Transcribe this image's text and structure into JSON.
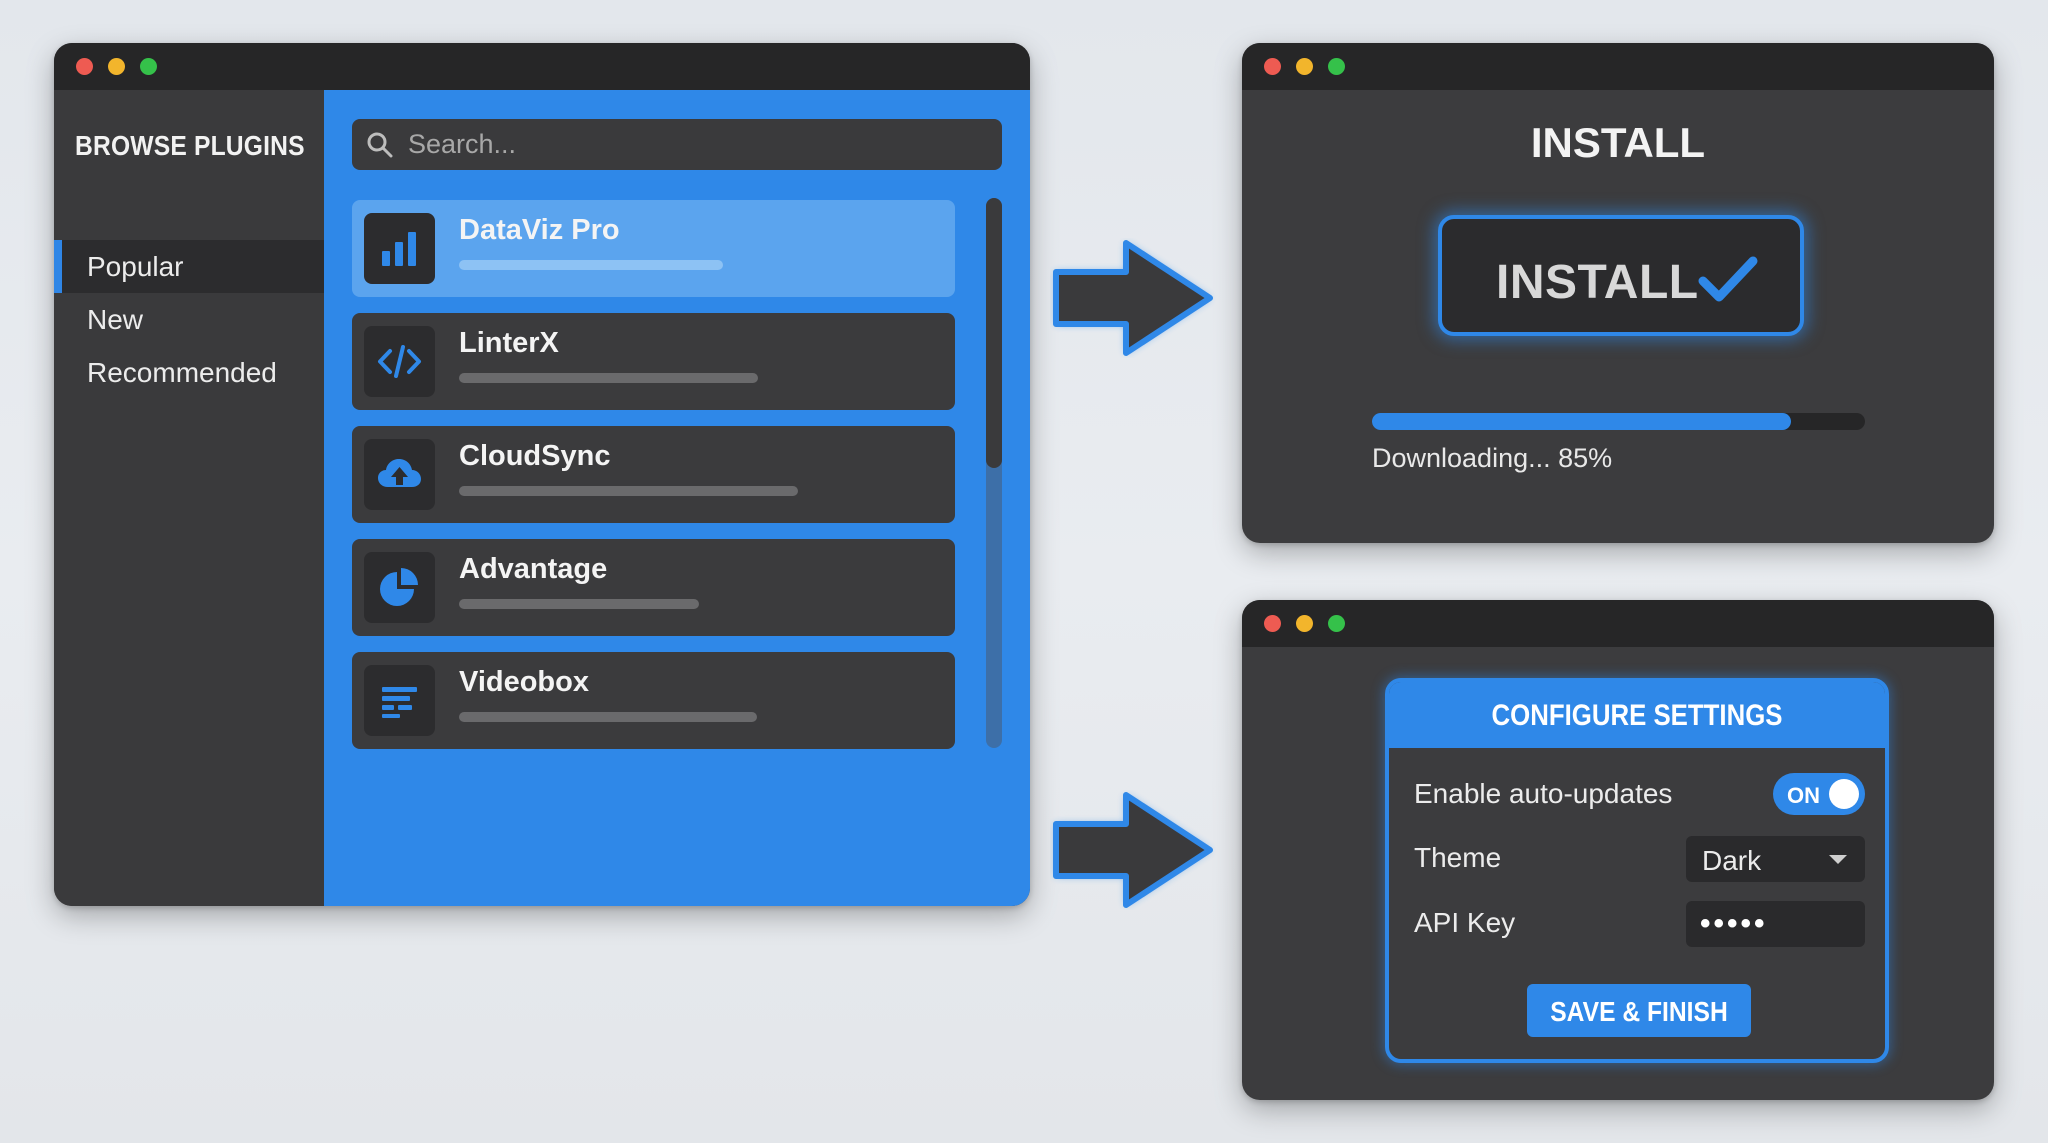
{
  "colors": {
    "accent": "#2f88e8",
    "window_bg": "#3c3c3e",
    "titlebar_bg": "#262627",
    "traffic_red": "#ee5b52",
    "traffic_yellow": "#f2b52c",
    "traffic_green": "#35c14a"
  },
  "browse": {
    "sidebar_title": "BROWSE PLUGINS",
    "sidebar_items": [
      {
        "label": "Popular",
        "active": true
      },
      {
        "label": "New",
        "active": false
      },
      {
        "label": "Recommended",
        "active": false
      }
    ],
    "search": {
      "placeholder": "Search...",
      "value": "",
      "icon": "search-icon"
    },
    "plugins": [
      {
        "name": "DataViz Pro",
        "icon": "bar-chart-icon",
        "selected": true
      },
      {
        "name": "LinterX",
        "icon": "code-icon",
        "selected": false
      },
      {
        "name": "CloudSync",
        "icon": "cloud-upload-icon",
        "selected": false
      },
      {
        "name": "Advantage",
        "icon": "pie-chart-icon",
        "selected": false
      },
      {
        "name": "Videobox",
        "icon": "list-lines-icon",
        "selected": false
      }
    ]
  },
  "install": {
    "heading": "INSTALL",
    "button_label": "INSTALL",
    "button_icon": "checkmark-icon",
    "progress_percent": 85,
    "progress_text": "Downloading... 85%"
  },
  "configure": {
    "header": "CONFIGURE SETTINGS",
    "auto_updates_label": "Enable auto-updates",
    "auto_updates_toggle": "ON",
    "theme_label": "Theme",
    "theme_value": "Dark",
    "api_key_label": "API Key",
    "api_key_value": "•••••",
    "save_label": "SAVE & FINISH"
  }
}
